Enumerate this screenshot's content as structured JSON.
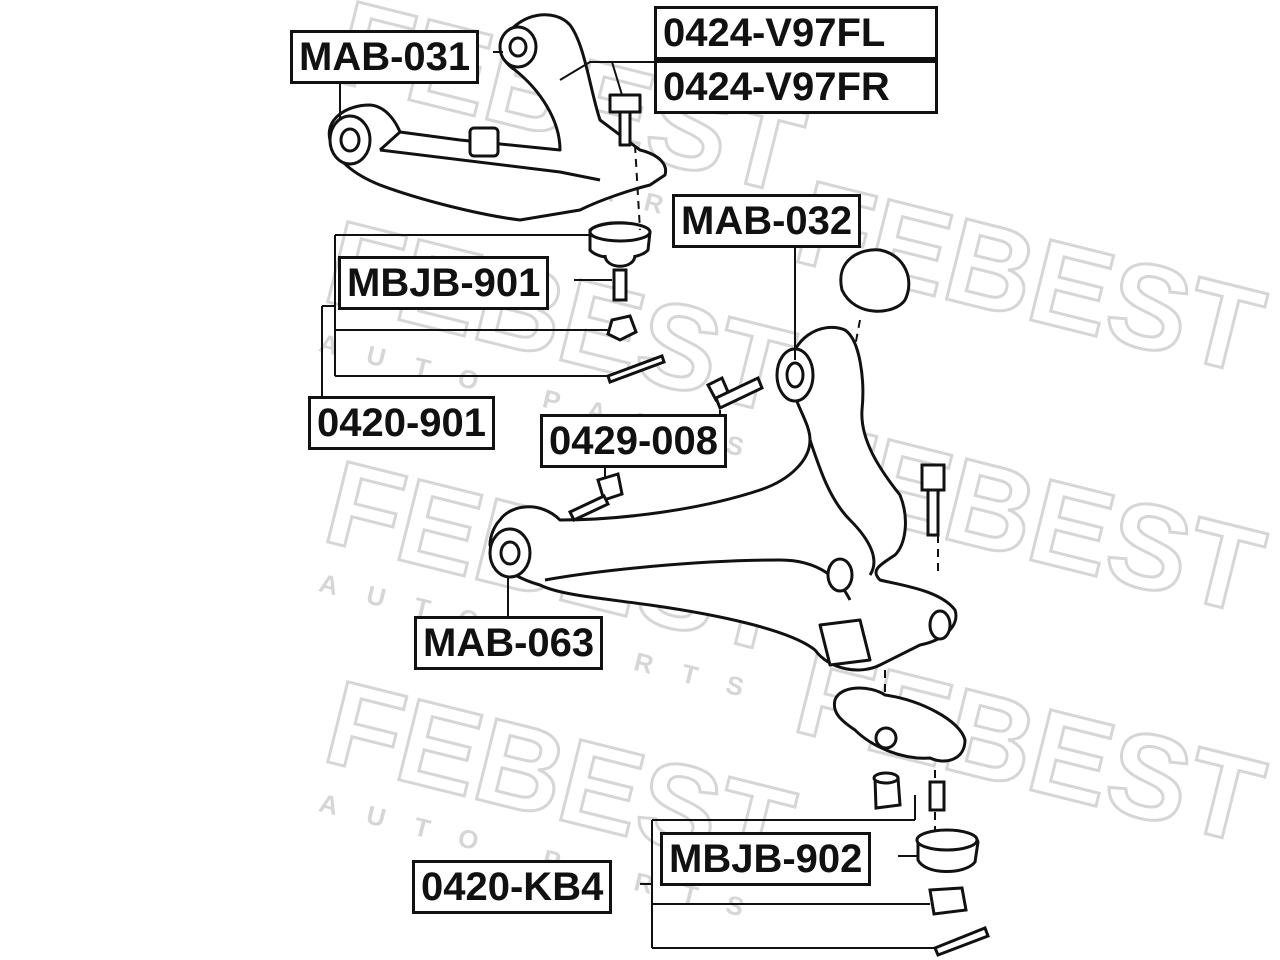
{
  "parts": {
    "upper_arm_bushing": "MAB-031",
    "upper_arm_left": "0424-V97FL",
    "upper_arm_right": "0424-V97FR",
    "rear_bushing": "MAB-032",
    "upper_ball_joint": "MBJB-901",
    "upper_arm_kit": "0420-901",
    "bolt_kit": "0429-008",
    "front_bushing": "MAB-063",
    "lower_ball_joint": "MBJB-902",
    "lower_arm_kit": "0420-KB4"
  },
  "watermark": {
    "brand": "FEBEST",
    "sub": "AUTO PARTS"
  },
  "colors": {
    "line": "#111111",
    "watermark": "#d8d8d8",
    "fill": "#ffffff"
  }
}
